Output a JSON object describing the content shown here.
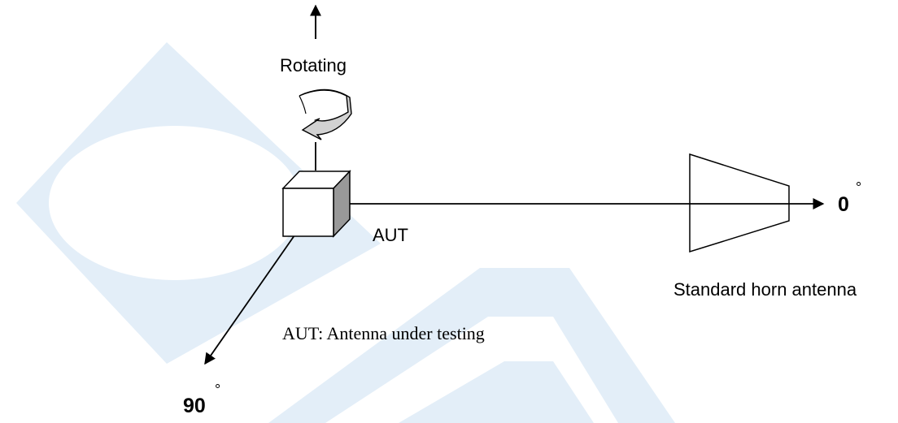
{
  "labels": {
    "rotating": "Rotating",
    "aut": "AUT",
    "aut_legend": "AUT: Antenna under testing",
    "horn": "Standard horn antenna",
    "angle_zero": "0",
    "angle_ninety": "90",
    "degree_mark": "°"
  },
  "colors": {
    "ink": "#000000",
    "cube_side": "#999999",
    "rotation_band": "#d2d2d2",
    "watermark": "#e3eef8"
  }
}
